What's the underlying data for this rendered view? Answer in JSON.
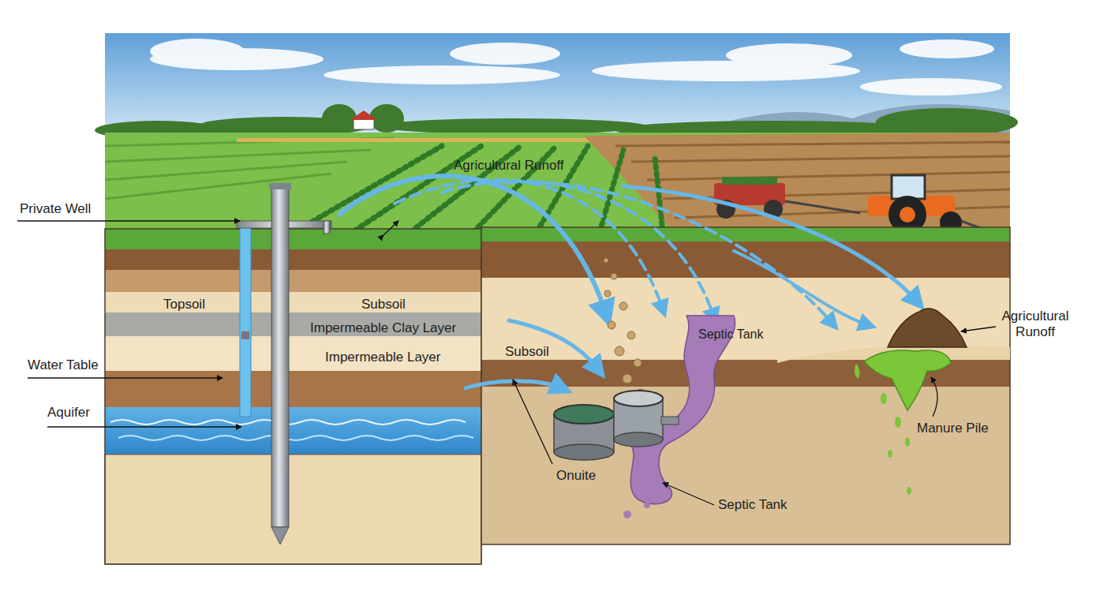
{
  "diagram": {
    "labels": [
      "Agricultural Runoff",
      "Private Well",
      "Topsoil",
      "Subsoil",
      "Impermeable Clay Layer",
      "Subsoil",
      "Septic Tank",
      "Agricultural Runoff",
      "Impermeable Layer",
      "Water Table",
      "Aquifer",
      "Manure Pile",
      "Onuite",
      "Septic Tank"
    ]
  }
}
